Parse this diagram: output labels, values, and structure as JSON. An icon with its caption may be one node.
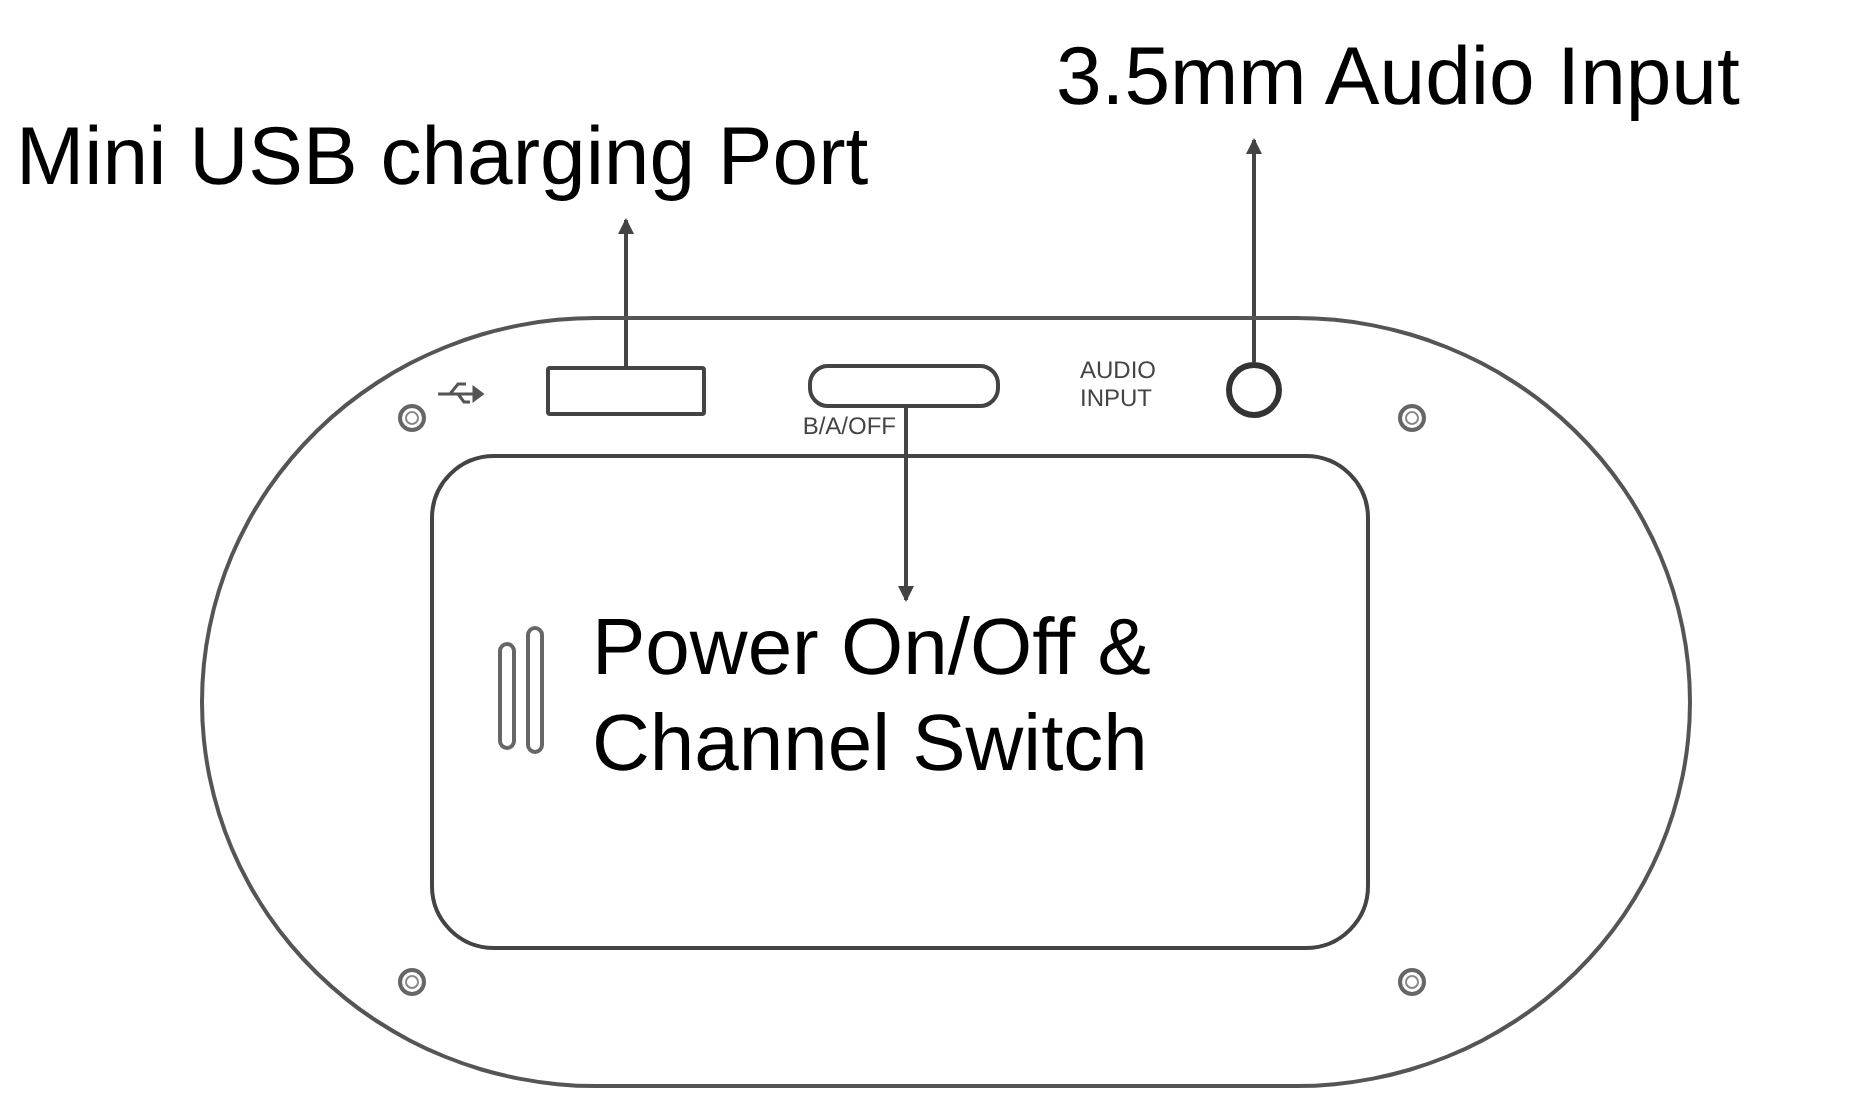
{
  "diagram": {
    "nodes": [
      {
        "text": [
          "Mini USB charging Port"
        ]
      },
      {
        "text": [
          "3.5mm Audio Input"
        ]
      },
      {
        "text": [],
        "shape": "box"
      },
      {
        "text": [],
        "shape": "box",
        "in": 2
      },
      {
        "text": [],
        "shape": "box",
        "in": 2,
        "beside": [
          "B/A/OFF"
        ]
      },
      {
        "text": [],
        "shape": "circle",
        "in": 2,
        "beside": [
          "AUDIO INPUT"
        ]
      },
      {
        "text": [],
        "shape": "box",
        "in": 2
      },
      {
        "text": [
          "Power On/Off & Channel Switch"
        ],
        "in": 6
      }
    ],
    "edges": [
      {
        "from": 3,
        "to": 0,
        "arrow": "to"
      },
      {
        "from": 5,
        "to": 1,
        "arrow": "to"
      },
      {
        "from": 4,
        "to": 7,
        "arrow": "to"
      }
    ]
  }
}
